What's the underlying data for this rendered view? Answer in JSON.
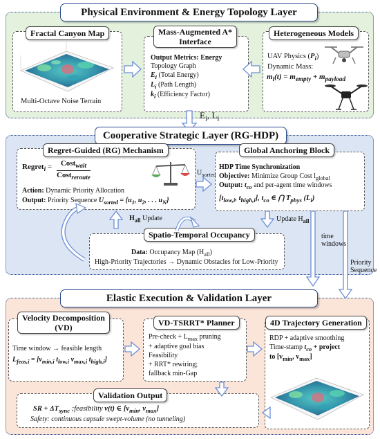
{
  "layer1": {
    "title": "Physical Environment & Energy Topology Layer",
    "fractal": {
      "title": "Fractal Canyon Map",
      "caption": "Multi-Octave Noise Terrain"
    },
    "astar": {
      "title_line1": "Mass-Augmented A*",
      "title_line2": "Interface",
      "metrics_line1": "Output Metrics: Energy",
      "metrics_line2": "Topology Graph",
      "e_sym": "E",
      "e_sub": "i",
      "e_text": " (Total Energy)",
      "l_sym": "L",
      "l_sub": "i",
      "l_text": " (Path Length)",
      "k_sym": "k",
      "k_sub": "i",
      "k_text": " (Efficiency Factor)"
    },
    "models": {
      "title": "Heterogeneous Models",
      "uav_text": "UAV Physics (",
      "uav_sym": "P",
      "uav_sub": "i",
      "uav_close": ")",
      "mass_label": "Dynamic Mass:",
      "mass_eq": "m",
      "mass_eq_sub": "i",
      "mass_eq_rest": "(t) = m",
      "mass_empty": "empty",
      "mass_plus": " + m",
      "mass_payload": "payload"
    }
  },
  "connector1": {
    "label": "E",
    "label_sub": "i",
    "label_mid": ", L",
    "label_sub2": "i"
  },
  "layer2": {
    "title": "Cooperative Strategic Layer (RG-HDP)",
    "regret": {
      "title": "Regret-Guided (RG) Mechanism",
      "regret_word": "Regret",
      "regret_sub": "i",
      "regret_eq": " = ",
      "num": "Cost",
      "num_sub": "wait",
      "den": "Cost",
      "den_sub": "reroute",
      "action_label": "Action:",
      "action_text": " Dynamic Priority Allocation",
      "output_label": "Output:",
      "output_text": " Priority Sequence ",
      "output_sym": "U",
      "output_sym_sub": "sorted",
      "output_seq": " = {u",
      "output_seq2": ", u",
      "output_seq3": ", . . . u",
      "output_seq_end": "}",
      "n1": "1",
      "n2": "2",
      "nN": "N"
    },
    "usorted_label": "U",
    "usorted_sub": "sorted",
    "anchor": {
      "title": "Global Anchoring Block",
      "hdp": "HDP Time Synchronization",
      "objective_label": "Objective:",
      "objective_text": " Minimize Group Cost l",
      "objective_sub": "global",
      "output_label": "Output:",
      "output_sym": " t",
      "output_sym_sub": "co",
      "output_text": " and per-agent time windows",
      "window_eq": "[t",
      "window_sub1": "low,i",
      "window_mid": ", t",
      "window_sub2": "high,i",
      "window_end": "], t",
      "window_sub3": "co",
      "window_in": " ∈ ⋂ T",
      "window_sub4": "phys",
      "window_tail": " (L",
      "window_sub5": "i",
      "window_close": ")"
    },
    "update_label": "Update  H",
    "update_sub": "all",
    "hall_label": "H",
    "hall_sub": "all",
    "hall_update": "  Update",
    "spatio": {
      "title": "Spatio-Temporal Occupancy",
      "data_label": "Data:",
      "data_text": " Occupancy Map (H",
      "data_sub": "all",
      "data_close": ")",
      "line2": "High-Priority Trajectories → Dynamic Obstacles for Low-Priority"
    },
    "time_windows_1": "time",
    "time_windows_2": "windows",
    "priority_seq_1": "Priority",
    "priority_seq_2": "Sequence"
  },
  "layer3": {
    "title": "Elastic Execution & Validation Layer",
    "velocity": {
      "title_line1": "Velocity Decomposition",
      "title_line2": "(VD)",
      "line1": "Time window → feasible length",
      "eq_sym": "L",
      "eq_sub": "feas,i",
      "eq_rest": " = [v",
      "eq_s1": "min,i",
      "eq_r2": " t",
      "eq_s2": "low,i",
      "eq_r3": "  v",
      "eq_s3": "max,i",
      "eq_r4": " t",
      "eq_s4": "high,i",
      "eq_end": "]"
    },
    "tsrrt": {
      "title": "VD-TSRRT* Planner",
      "l1": "Pre-check + L",
      "l1_sub": "max",
      "l1_end": " pruning",
      "l2": "+ adaptive goal bias",
      "l3": "Feasibility",
      "l4": "+ RRT* rewiring;",
      "l5": "fallback min-Gap"
    },
    "traj4d": {
      "title": "4D Trajectory Generation",
      "l1": "RDP + adaptive smoothing",
      "l2": "Time-stamp ",
      "l2_sym": "t",
      "l2_sub": "co",
      "l2_end": " + project",
      "l3": "to [v",
      "l3_s1": "min",
      "l3_mid": ", v",
      "l3_s2": "max",
      "l3_end": "]"
    },
    "validation": {
      "title": "Validation Output",
      "l1a": "SR + ΔT",
      "l1a_sub": "sync",
      "l1b": " ;feasibility ",
      "l1c": "v(t) ∈ [v",
      "l1c_s1": "min",
      "l1c_mid": ", v",
      "l1c_s2": "max",
      "l1c_end": "]",
      "l2": "Safety: continuous capsule swept-volume (no tunneling)"
    }
  },
  "colors": {
    "layer1_bg": "#e4f1dc",
    "layer2_bg": "#dbe5f3",
    "layer3_bg": "#fbe4d8",
    "border": "#2b4a8f",
    "arrow": "#6b8dd6"
  }
}
